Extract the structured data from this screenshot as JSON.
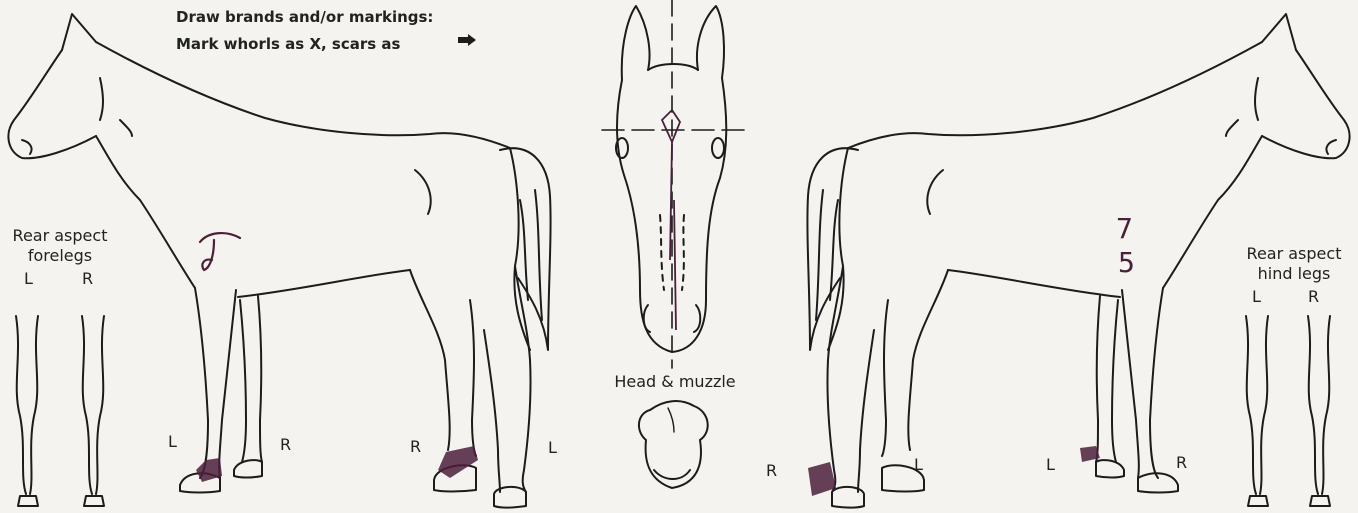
{
  "instructions": {
    "line1": "Draw brands and/or markings:",
    "line2": "Mark whorls as X, scars as"
  },
  "forelegs_panel": {
    "title_line1": "Rear aspect",
    "title_line2": "forelegs",
    "left": "L",
    "right": "R"
  },
  "hindlegs_panel": {
    "title_line1": "Rear aspect",
    "title_line2": "hind legs",
    "left": "L",
    "right": "R"
  },
  "head_panel": {
    "label": "Head & muzzle"
  },
  "left_side_view": {
    "front_leg_left": "L",
    "front_leg_right": "R",
    "hind_leg_right": "R",
    "hind_leg_left": "L"
  },
  "right_side_view": {
    "hind_leg_right": "R",
    "hind_leg_left": "L",
    "front_leg_left": "L",
    "front_leg_right": "R"
  },
  "handwritten_brand_right_side": {
    "line1": "7",
    "line2": "5"
  },
  "colors": {
    "outline": "#1c1c1c",
    "ink_marking": "#4a1f3a",
    "paper": "#f4f3ef"
  }
}
